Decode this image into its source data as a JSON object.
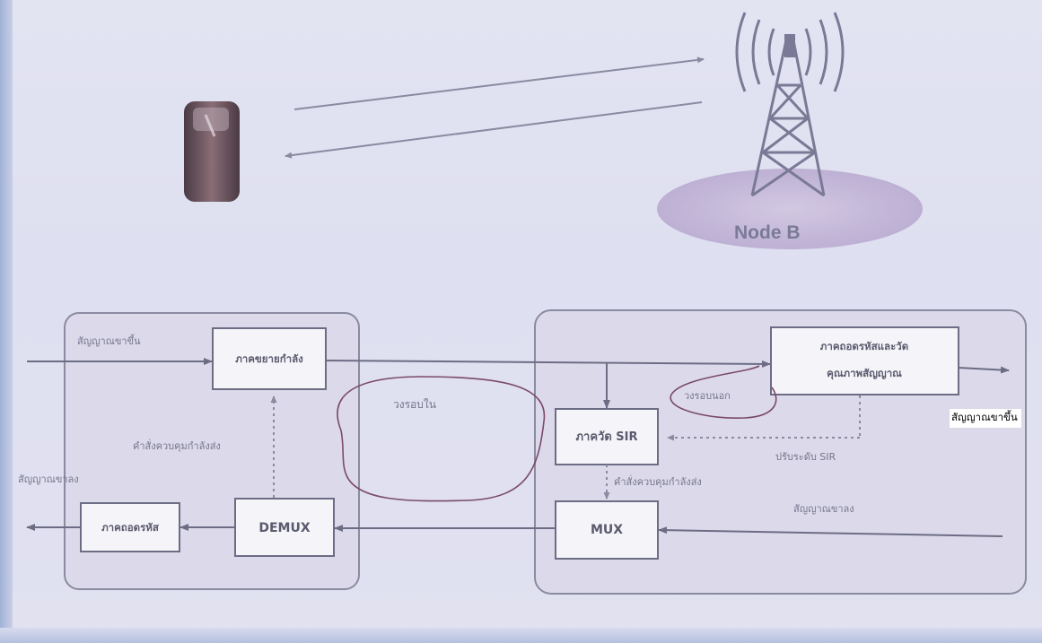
{
  "node_b": {
    "label": "Node B"
  },
  "mobile_side": {
    "power_amp": "ภาคขยายกำลัง",
    "decoder": "ภาคถอดรหัส",
    "demux": "DEMUX",
    "uplink_in": "สัญญาณขาขึ้น",
    "downlink_out": "สัญญาณขาลง",
    "power_cmd": "คำสั่งควบคุมกำลังส่ง"
  },
  "nodeb_side": {
    "decode_measure_line1": "ภาคถอดรหัสและวัด",
    "decode_measure_line2": "คุณภาพสัญญาณ",
    "sir_block": "ภาควัด SIR",
    "mux": "MUX",
    "sir_adjust": "ปรับระดับ SIR",
    "power_cmd": "คำสั่งควบคุมกำลังส่ง",
    "downlink_in": "สัญญาณขาลง",
    "uplink_out": "สัญญาณขาขึ้น"
  },
  "loops": {
    "inner": "วงรอบใน",
    "outer": "วงรอบนอก"
  },
  "colors": {
    "background": "#e0e1f1",
    "box_fill": "#dddbea",
    "block_fill": "#f4f4f9",
    "lines": "#6c6c84",
    "loop_outline": "#7a4a6a"
  }
}
